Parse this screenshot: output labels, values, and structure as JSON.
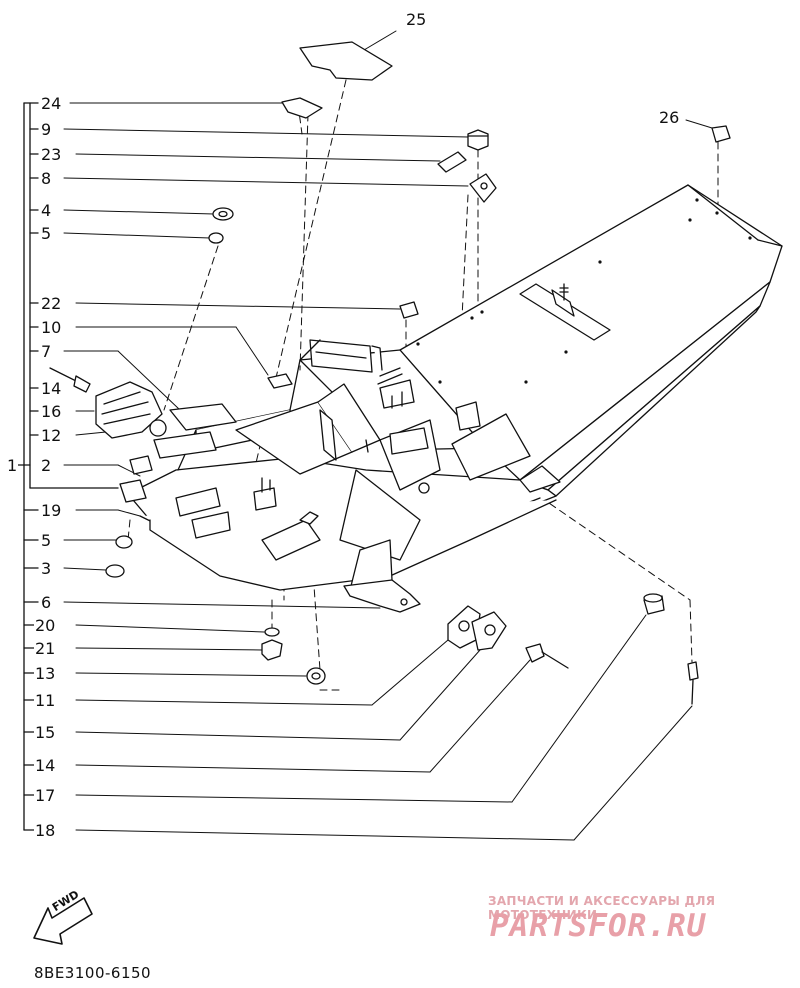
{
  "callouts": {
    "c1": "1",
    "c2": "2",
    "c3": "3",
    "c4": "4",
    "c5a": "5",
    "c5b": "5",
    "c6": "6",
    "c7": "7",
    "c8": "8",
    "c9": "9",
    "c10": "10",
    "c11": "11",
    "c12": "12",
    "c13": "13",
    "c14a": "14",
    "c14b": "14",
    "c15": "15",
    "c16": "16",
    "c17": "17",
    "c18": "18",
    "c19": "19",
    "c20": "20",
    "c21": "21",
    "c22": "22",
    "c23": "23",
    "c24": "24",
    "c25": "25",
    "c26": "26"
  },
  "direction_badge": "FWD",
  "diagram_code": "8BE3100-6150",
  "watermark": {
    "tagline": "ЗАПЧАСТИ И АКСЕССУАРЫ ДЛЯ МОТОТЕХНИКИ",
    "brand": "PARTSFOR.RU"
  }
}
